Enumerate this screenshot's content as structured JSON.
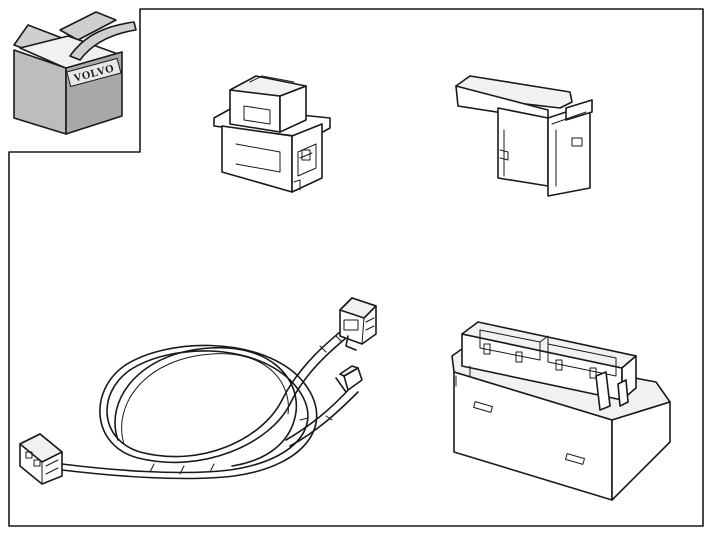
{
  "logo": {
    "brand_text": "VOLVO"
  },
  "colors": {
    "line": "#1a1a1a",
    "box_fill": "#bdbdbd",
    "background": "#ffffff"
  },
  "parts": [
    {
      "id": "switch-module",
      "icon": "switch-module-icon"
    },
    {
      "id": "bracket-cover",
      "icon": "bracket-cover-icon"
    },
    {
      "id": "wiring-harness",
      "icon": "wiring-harness-icon"
    },
    {
      "id": "switch-housing",
      "icon": "switch-housing-icon"
    }
  ]
}
